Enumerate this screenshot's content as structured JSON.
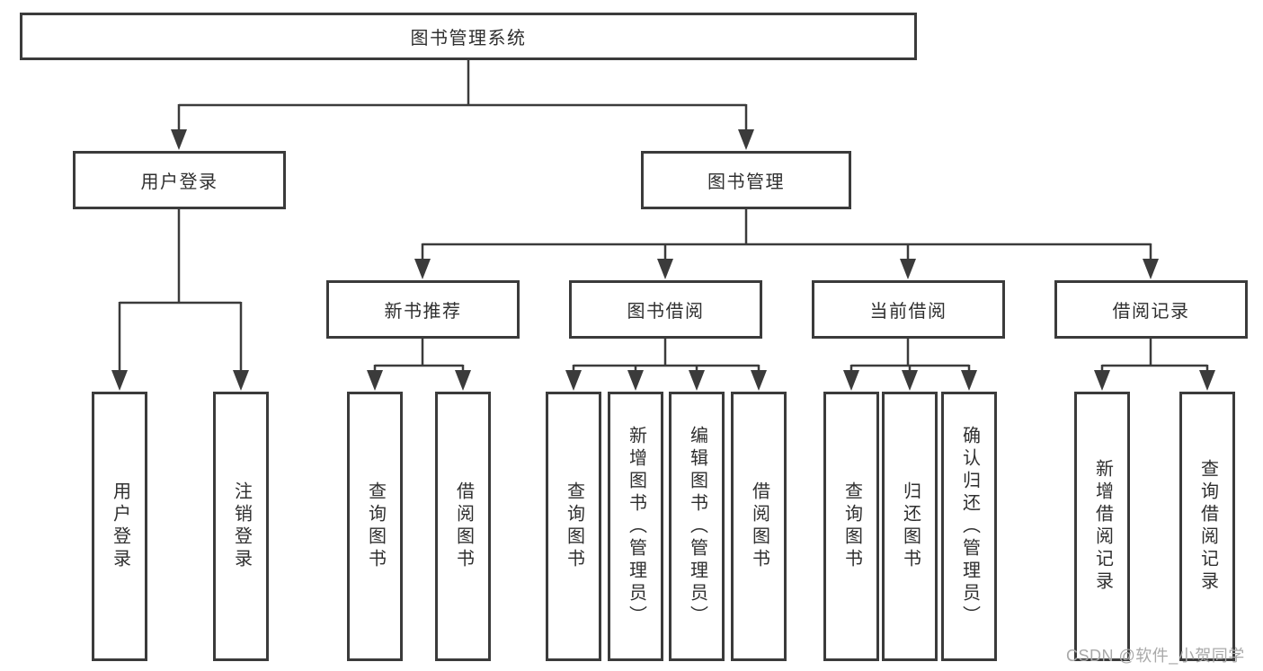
{
  "diagram": {
    "tree": {
      "label": "图书管理系统",
      "children": [
        {
          "label": "用户登录",
          "children": [
            {
              "label": "用户登录"
            },
            {
              "label": "注销登录"
            }
          ]
        },
        {
          "label": "图书管理",
          "children": [
            {
              "label": "新书推荐",
              "children": [
                {
                  "label": "查询图书"
                },
                {
                  "label": "借阅图书"
                }
              ]
            },
            {
              "label": "图书借阅",
              "children": [
                {
                  "label": "查询图书"
                },
                {
                  "label": "新增图书（管理员）"
                },
                {
                  "label": "编辑图书（管理员）"
                },
                {
                  "label": "借阅图书"
                }
              ]
            },
            {
              "label": "当前借阅",
              "children": [
                {
                  "label": "查询图书"
                },
                {
                  "label": "归还图书"
                },
                {
                  "label": "确认归还（管理员）"
                }
              ]
            },
            {
              "label": "借阅记录",
              "children": [
                {
                  "label": "新增借阅记录"
                },
                {
                  "label": "查询借阅记录"
                }
              ]
            }
          ]
        }
      ]
    },
    "watermark": "CSDN @软件_小贺同学",
    "colors": {
      "line": "#3b3b3b",
      "text": "#2f2f2f",
      "background": "#ffffff",
      "watermark": "#a9a9a9"
    }
  }
}
